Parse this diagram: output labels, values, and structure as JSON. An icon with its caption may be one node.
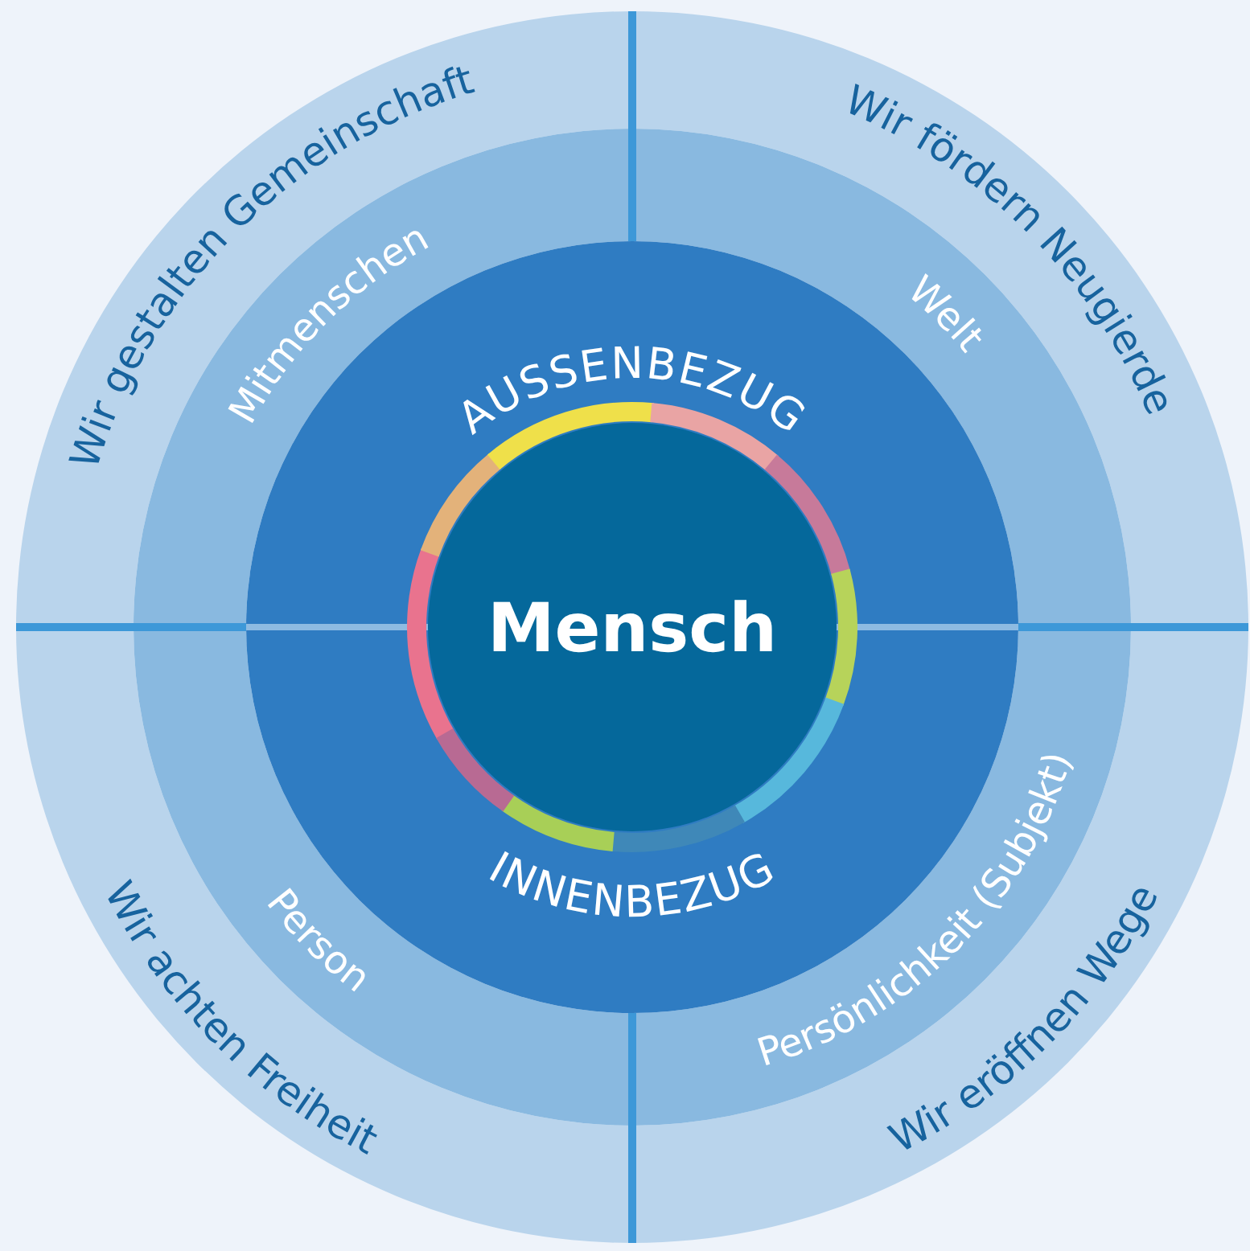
{
  "diagram": {
    "nodes": [
      {
        "text": [
          "Wir gestalten Gemeinschaft"
        ]
      },
      {
        "text": [
          "Wir fördern Neugierde"
        ]
      },
      {
        "text": [
          "Wir achten Freiheit"
        ]
      },
      {
        "text": [
          "Wir eröffnen Wege"
        ]
      },
      {
        "text": [
          "Mitmenschen"
        ]
      },
      {
        "text": [
          "Welt"
        ]
      },
      {
        "text": [
          "Person"
        ]
      },
      {
        "text": [
          "Persönlichkeit (Subjekt)"
        ]
      },
      {
        "text": [
          "AUSSENBEZUG"
        ]
      },
      {
        "text": [
          "INNENBEZUG"
        ]
      },
      {
        "text": [
          "Mensch"
        ]
      }
    ]
  }
}
